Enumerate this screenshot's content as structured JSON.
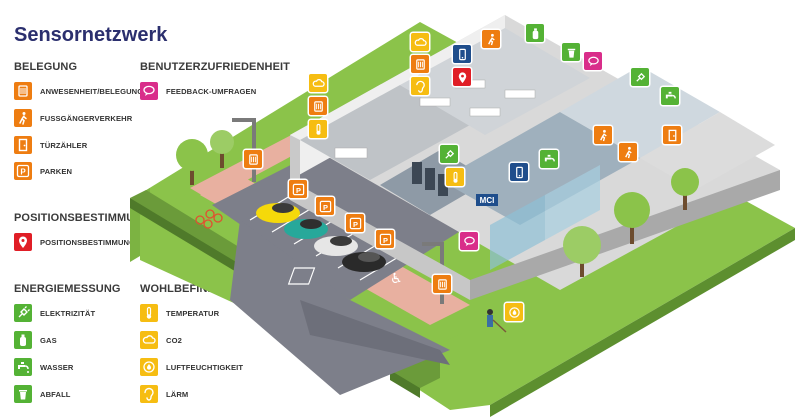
{
  "title": "Sensornetzwerk",
  "colors": {
    "orange": "#ee7d11",
    "magenta": "#d92d8a",
    "red": "#e01e26",
    "green": "#54b235",
    "yellow": "#f6bd12",
    "navy": "#2b2f6e"
  },
  "sections": {
    "belegung": {
      "heading": "BELEGUNG",
      "items": [
        {
          "label": "ANWESENHEIT/BELEGUNG",
          "icon": "occupancy-sensor-icon"
        },
        {
          "label": "FUSSGÄNGERVERKEHR",
          "icon": "pedestrian-icon"
        },
        {
          "label": "TÜRZÄHLER",
          "icon": "door-counter-icon"
        },
        {
          "label": "PARKEN",
          "icon": "parking-icon"
        }
      ]
    },
    "zufriedenheit": {
      "heading": "BENUTZERZUFRIEDENHEIT",
      "items": [
        {
          "label": "FEEDBACK-UMFRAGEN",
          "icon": "speech-bubble-icon"
        }
      ]
    },
    "position": {
      "heading": "POSITIONSBESTIMMUNG",
      "items": [
        {
          "label": "POSITIONSBESTIMMUNG",
          "icon": "location-pin-icon"
        }
      ]
    },
    "energie": {
      "heading": "ENERGIEMESSUNG",
      "items": [
        {
          "label": "ELEKTRIZITÄT",
          "icon": "plug-icon"
        },
        {
          "label": "GAS",
          "icon": "gas-bottle-icon"
        },
        {
          "label": "WASSER",
          "icon": "faucet-icon"
        },
        {
          "label": "ABFALL",
          "icon": "trash-bin-icon"
        }
      ]
    },
    "wohlbefinden": {
      "heading": "WOHLBEFINDEN",
      "items": [
        {
          "label": "TEMPERATUR",
          "icon": "thermometer-icon"
        },
        {
          "label": "CO2",
          "icon": "cloud-icon"
        },
        {
          "label": "LUFTFEUCHTIGKEIT",
          "icon": "humidity-icon"
        },
        {
          "label": "LÄRM",
          "icon": "ear-icon"
        }
      ]
    }
  },
  "scene": {
    "building_sign": "MCI"
  }
}
